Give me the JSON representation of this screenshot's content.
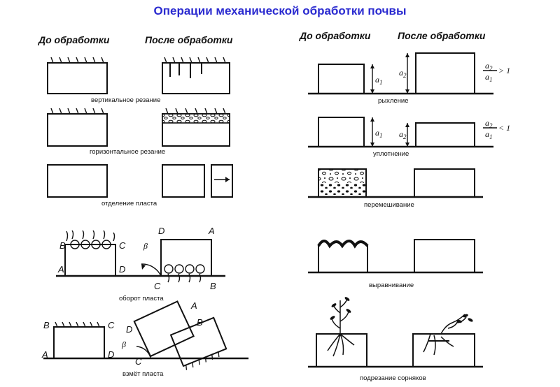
{
  "title": "Операции механической обработки почвы",
  "left_headers": {
    "before": "До обработки",
    "after": "После обработки"
  },
  "right_headers": {
    "before": "До обработки",
    "after": "После обработки"
  },
  "captions": {
    "vertical_cut": "вертикальное резание",
    "horizontal_cut": "горизонтальное резание",
    "separation": "отделение пласта",
    "turnover": "оборот пласта",
    "lift": "взмёт пласта",
    "loosening": "рыхление",
    "compaction": "уплотнение",
    "mixing": "перемешивание",
    "leveling": "выравнивание",
    "weed_cutting": "подрезание сорняков"
  },
  "turnover_labels": {
    "B": "B",
    "C": "C",
    "A": "A",
    "D": "D",
    "beta": "β"
  },
  "lift_labels": {
    "B": "B",
    "C": "C",
    "A": "A",
    "D": "D",
    "beta": "β"
  },
  "formulas": {
    "a1": "a",
    "a2": "a",
    "sub1": "1",
    "sub2": "2",
    "gt": "> 1",
    "lt": "< 1"
  },
  "colors": {
    "title": "#2b2bd0",
    "ink": "#111111"
  }
}
